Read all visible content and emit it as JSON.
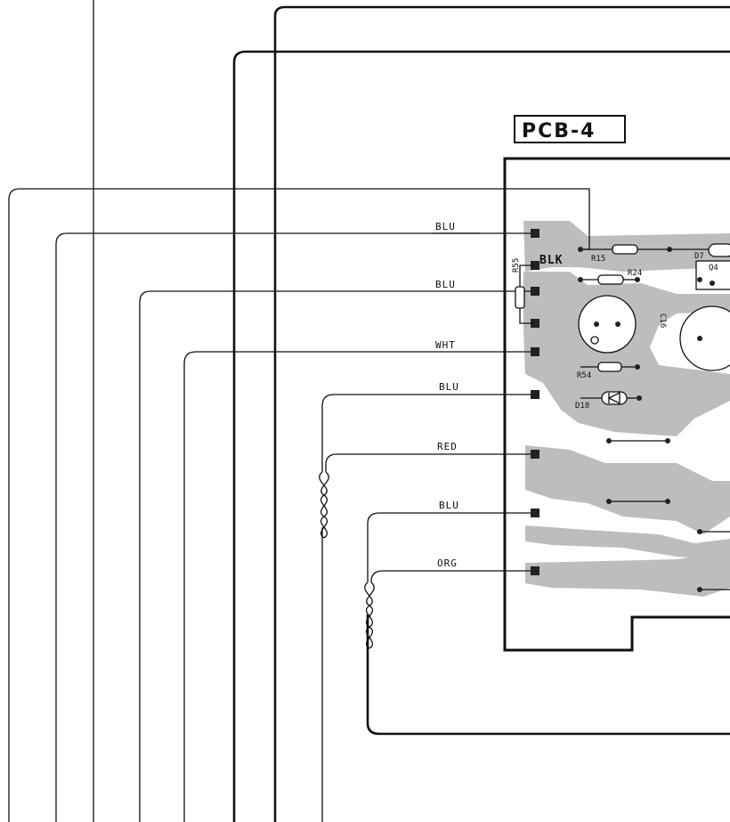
{
  "board": {
    "title": "PCB-4"
  },
  "wires": [
    {
      "id": "blu-1",
      "color": "BLU"
    },
    {
      "id": "blk",
      "color": "BLK"
    },
    {
      "id": "blu-2",
      "color": "BLU"
    },
    {
      "id": "wht",
      "color": "WHT"
    },
    {
      "id": "blu-3",
      "color": "BLU"
    },
    {
      "id": "red",
      "color": "RED"
    },
    {
      "id": "blu-4",
      "color": "BLU"
    },
    {
      "id": "org",
      "color": "ORG"
    }
  ],
  "components": {
    "r55": "R55",
    "r15": "R15",
    "r24": "R24",
    "r54": "R54",
    "c16": "C16",
    "d7": "D7",
    "q4": "Q4",
    "d18": "D18"
  }
}
